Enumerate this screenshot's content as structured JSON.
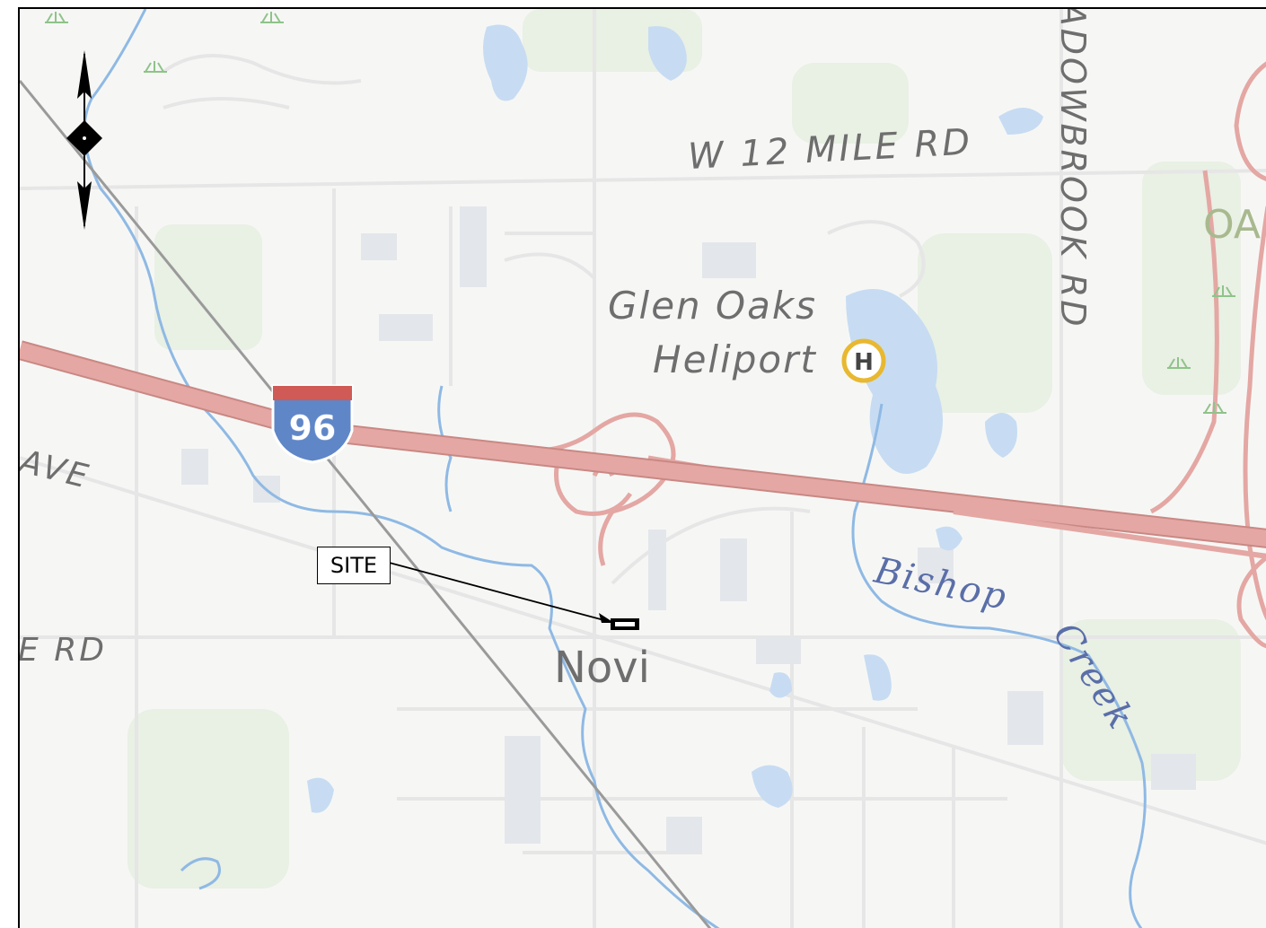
{
  "labels": {
    "road_12_mile": "W 12 MILE RD",
    "road_meadowbrook": "MEADOWBROOK RD",
    "road_ave": "AVE",
    "road_e_rd": "E RD",
    "place_glen_oaks": "Glen Oaks",
    "place_heliport": "Heliport",
    "heliport_symbol": "H",
    "place_novi": "Novi",
    "creek_bishop": "Bishop",
    "creek_creek": "Creek",
    "place_oa": "OA",
    "interstate_number": "96"
  },
  "site": {
    "label": "SITE"
  },
  "icons": {
    "north_arrow": "north-arrow-icon",
    "interstate_shield": "interstate-shield-icon",
    "heliport": "heliport-icon",
    "site_marker": "site-marker-icon"
  },
  "colors": {
    "background": "#f6f7f5",
    "water": "#c7dcf2",
    "stream": "#8fb9e4",
    "highway": "#e4a7a3",
    "highway_edge": "#c98884",
    "railroad": "#9a9a9a",
    "street": "#e6e6e6",
    "vegetation": "#e9f0e4",
    "heliport": "#e8b830",
    "label_gray": "#6e6e6e",
    "creek_label": "#5a6ea8"
  }
}
